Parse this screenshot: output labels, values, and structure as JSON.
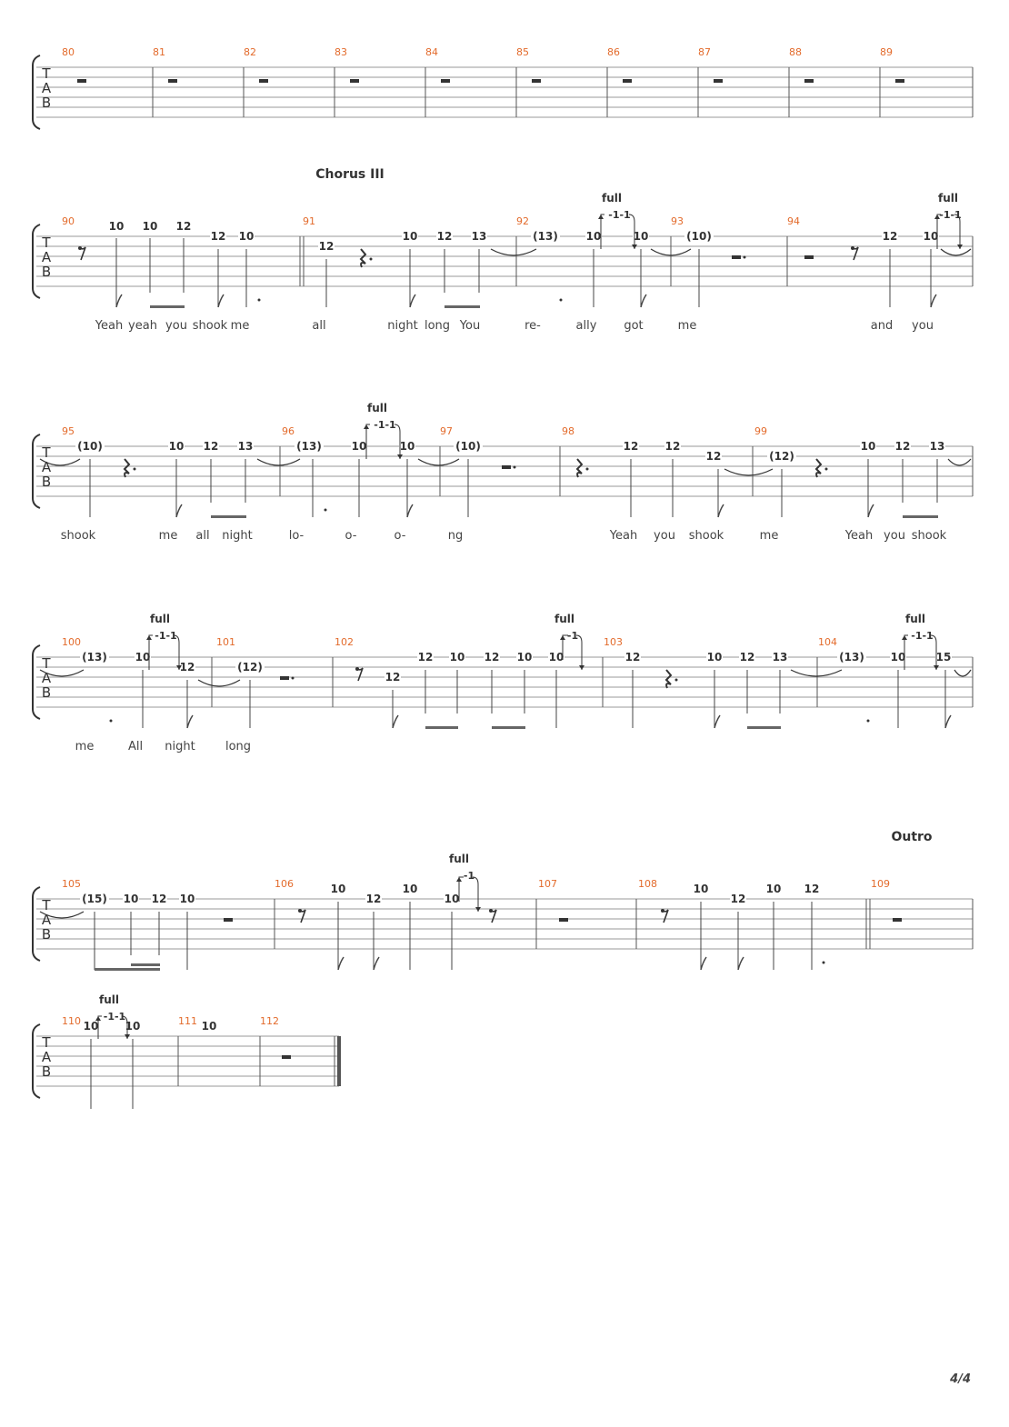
{
  "page_number": "4/4",
  "systems": [
    {
      "section": "",
      "bar_numbers": [
        "80",
        "81",
        "82",
        "83",
        "84",
        "85",
        "86",
        "87",
        "88",
        "89"
      ],
      "frets": [],
      "bend_labels": [],
      "lyrics": []
    },
    {
      "section": "Chorus III",
      "bar_numbers": [
        "90",
        "91",
        "92",
        "93",
        "94"
      ],
      "frets": [
        "10",
        "10",
        "12",
        "12",
        "10",
        "12",
        "10",
        "12",
        "13",
        "(13)",
        "10",
        "10",
        "(10)",
        "12",
        "10"
      ],
      "bend_labels": [
        {
          "full": "full",
          "marks": "-1-1"
        },
        {
          "full": "full",
          "marks": "-1-1"
        }
      ],
      "lyrics": [
        "Yeah",
        "yeah",
        "you",
        "shook",
        "me",
        "all",
        "night",
        "long",
        "You",
        "re-",
        "ally",
        "got",
        "me",
        "and",
        "you"
      ]
    },
    {
      "section": "",
      "bar_numbers": [
        "95",
        "96",
        "97",
        "98",
        "99"
      ],
      "frets": [
        "(10)",
        "10",
        "12",
        "13",
        "(13)",
        "10",
        "10",
        "(10)",
        "12",
        "12",
        "12",
        "(12)",
        "10",
        "12",
        "13"
      ],
      "bend_labels": [
        {
          "full": "full",
          "marks": "-1-1"
        }
      ],
      "lyrics": [
        "shook",
        "me",
        "all",
        "night",
        "lo-",
        "o-",
        "o-",
        "ng",
        "Yeah",
        "you",
        "shook",
        "me",
        "Yeah",
        "you",
        "shook"
      ]
    },
    {
      "section": "",
      "bar_numbers": [
        "100",
        "101",
        "102",
        "103",
        "104"
      ],
      "frets": [
        "(13)",
        "10",
        "12",
        "(12)",
        "12",
        "12",
        "10",
        "12",
        "10",
        "10",
        "12",
        "10",
        "12",
        "13",
        "(13)",
        "10",
        "15"
      ],
      "bend_labels": [
        {
          "full": "full",
          "marks": "-1-1"
        },
        {
          "full": "full",
          "marks": "-1"
        },
        {
          "full": "full",
          "marks": "-1-1"
        }
      ],
      "lyrics": [
        "me",
        "All",
        "night",
        "long"
      ]
    },
    {
      "section": "Outro",
      "bar_numbers": [
        "105",
        "106",
        "107",
        "108",
        "109"
      ],
      "frets": [
        "(15)",
        "10",
        "12",
        "10",
        "10",
        "12",
        "10",
        "10",
        "10",
        "12",
        "10",
        "12"
      ],
      "bend_labels": [
        {
          "full": "full",
          "marks": "-1"
        }
      ],
      "lyrics": []
    },
    {
      "section": "",
      "bar_numbers": [
        "110",
        "111",
        "112"
      ],
      "frets": [
        "10",
        "10",
        "10"
      ],
      "bend_labels": [
        {
          "full": "full",
          "marks": "-1-1"
        }
      ],
      "lyrics": []
    }
  ]
}
